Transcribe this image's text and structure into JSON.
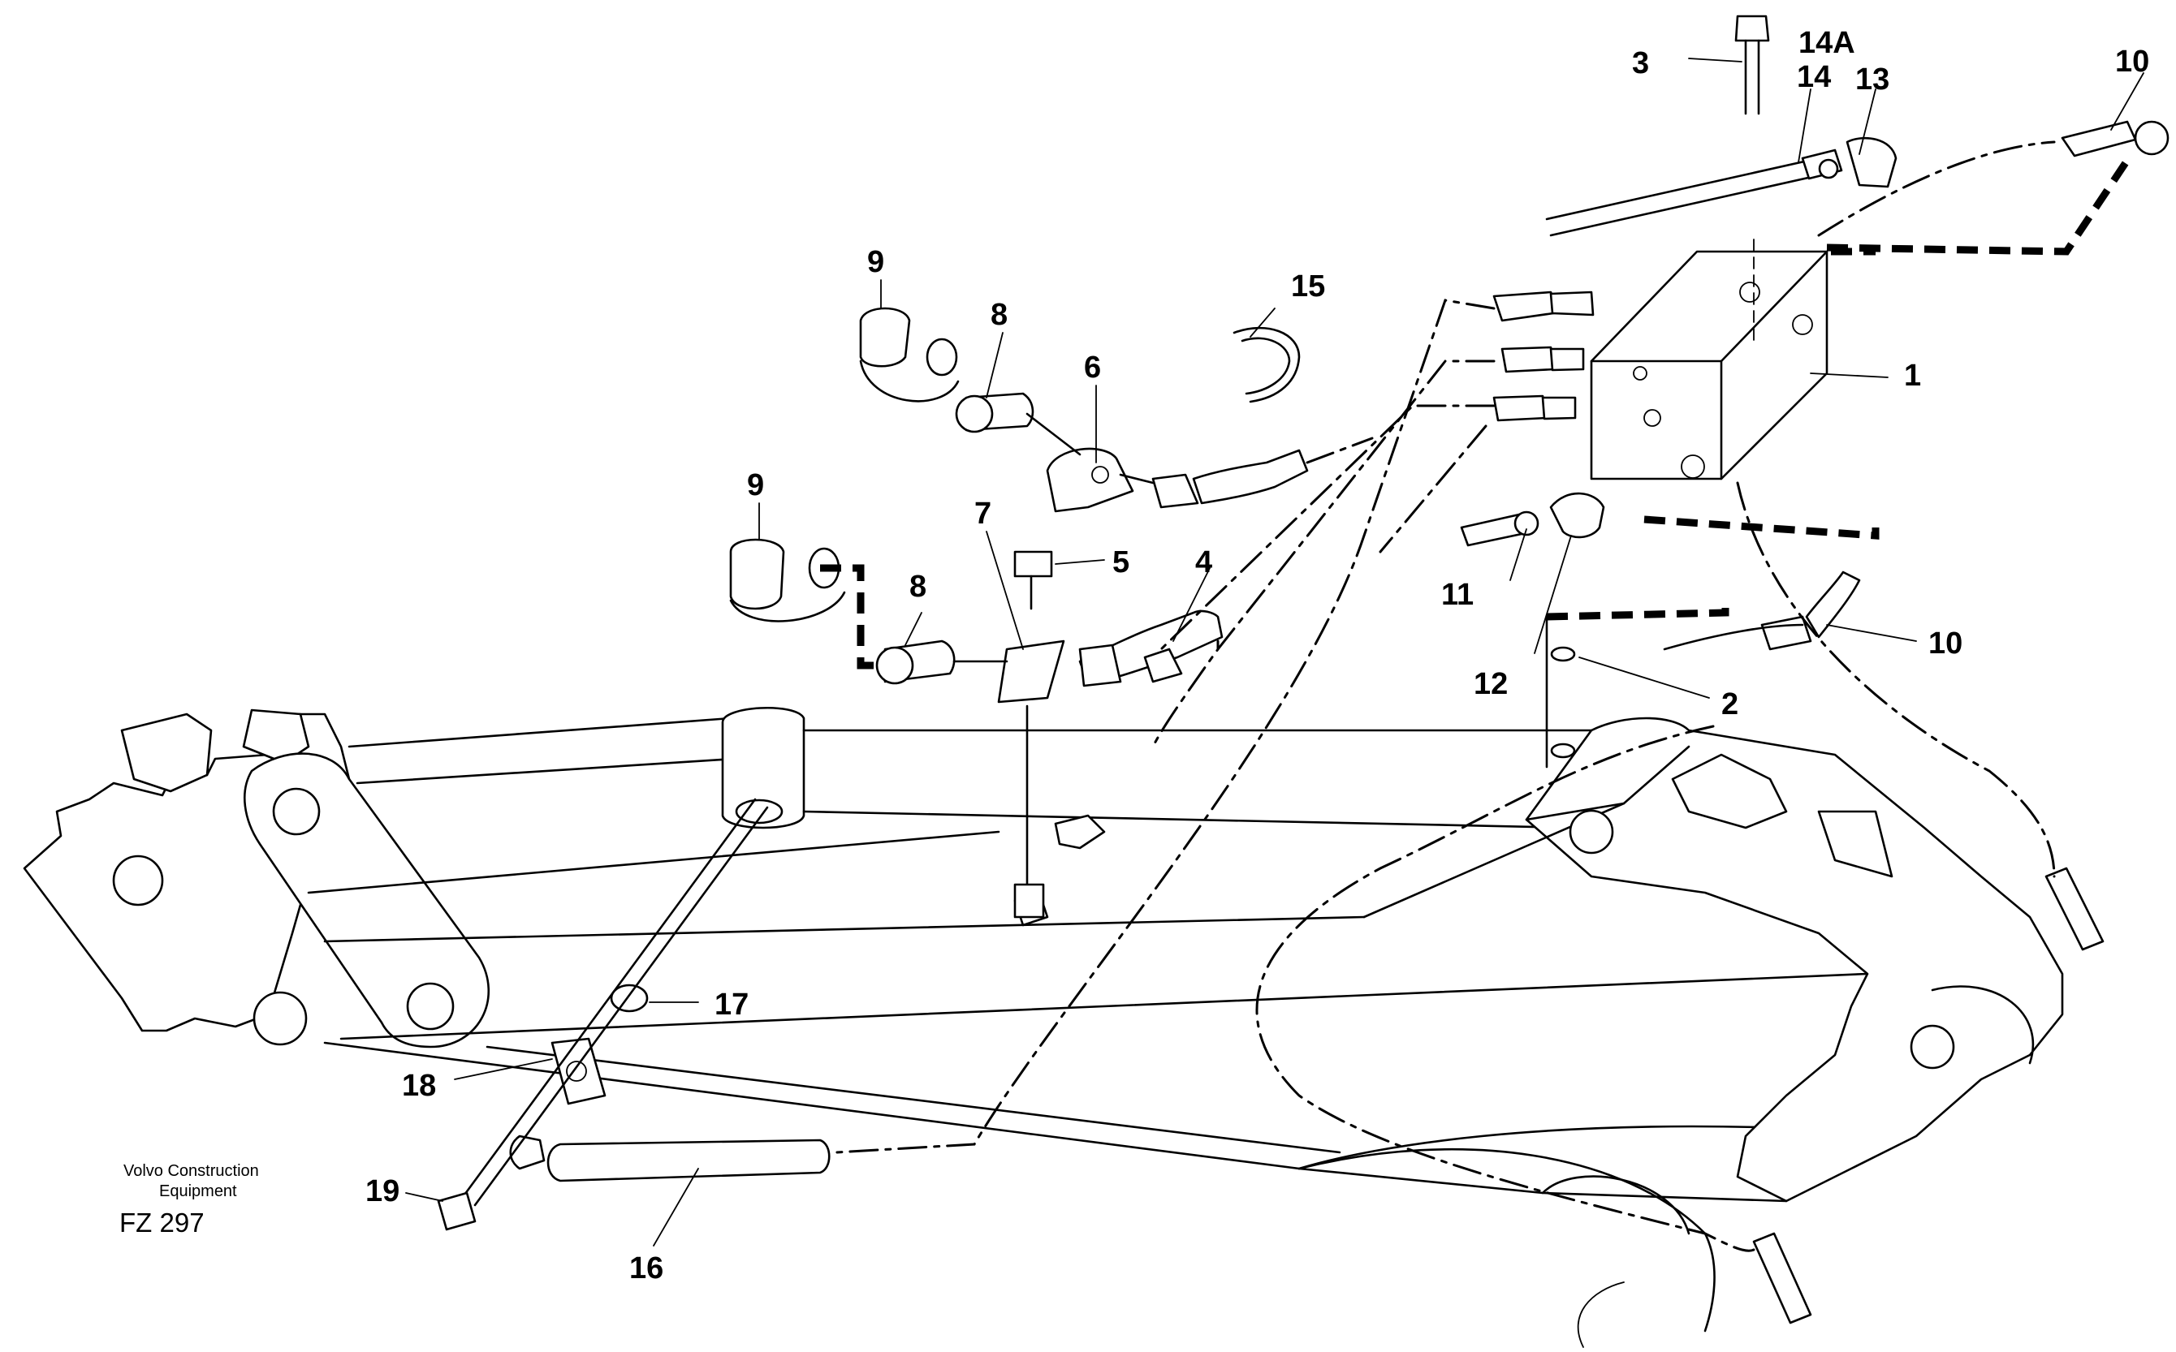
{
  "callouts": {
    "c1": "1",
    "c2": "2",
    "c3": "3",
    "c4": "4",
    "c5": "5",
    "c6": "6",
    "c7": "7",
    "c8a": "8",
    "c8b": "8",
    "c9a": "9",
    "c9b": "9",
    "c10a": "10",
    "c10b": "10",
    "c11": "11",
    "c12": "12",
    "c13": "13",
    "c14": "14",
    "c14a": "14A",
    "c15": "15",
    "c16": "16",
    "c17": "17",
    "c18": "18",
    "c19": "19"
  },
  "caption": {
    "line1": "Volvo Construction",
    "line2": "Equipment",
    "code": "FZ 297"
  }
}
